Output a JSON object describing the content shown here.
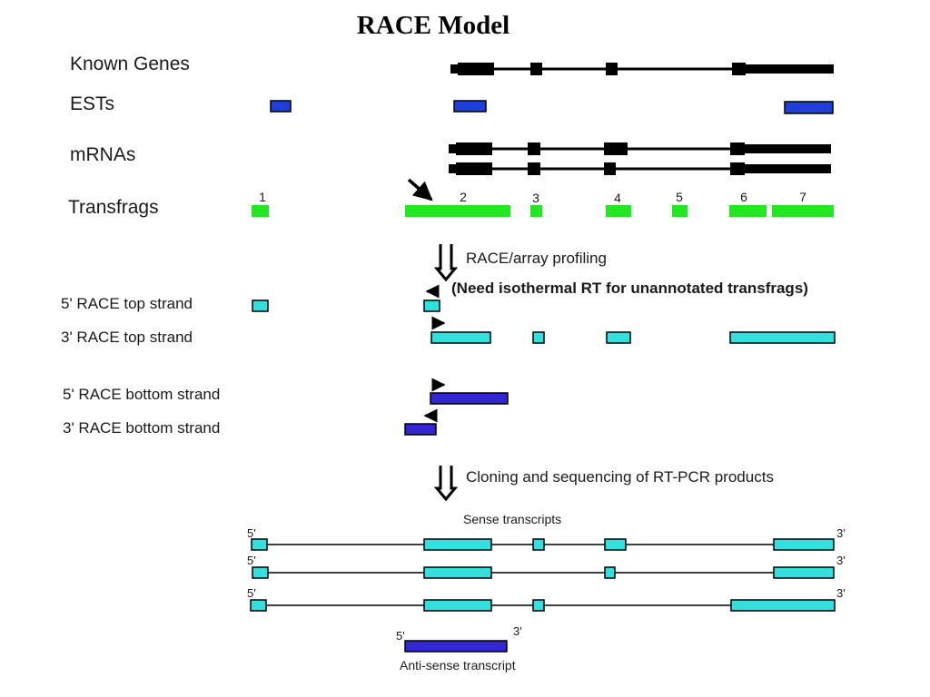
{
  "title": "RACE Model",
  "colors": {
    "gene": "#000000",
    "est": "#1f3fd8",
    "transfrag": "#22e822",
    "race_top": "#33e0dd",
    "race_bottom": "#3326d0",
    "outline": "#000000"
  },
  "tracks": {
    "known_genes": "Known Genes",
    "ests": "ESTs",
    "mrnas": "mRNAs",
    "transfrags": "Transfrags"
  },
  "transfrag_numbers": [
    "1",
    "2",
    "3",
    "4",
    "5",
    "6",
    "7"
  ],
  "step1": {
    "label": "RACE/array profiling",
    "note": "(Need isothermal RT for unannotated transfrags)"
  },
  "race_rows": {
    "five_top": "5' RACE top strand",
    "three_top": "3' RACE top strand",
    "five_bottom": "5' RACE bottom strand",
    "three_bottom": "3' RACE bottom strand"
  },
  "step2": {
    "label": "Cloning and sequencing of RT-PCR products"
  },
  "sense": {
    "title": "Sense transcripts",
    "end5": "5'",
    "end3": "3'"
  },
  "antisense": {
    "title": "Anti-sense transcript",
    "end5": "5'",
    "end3": "3'"
  }
}
